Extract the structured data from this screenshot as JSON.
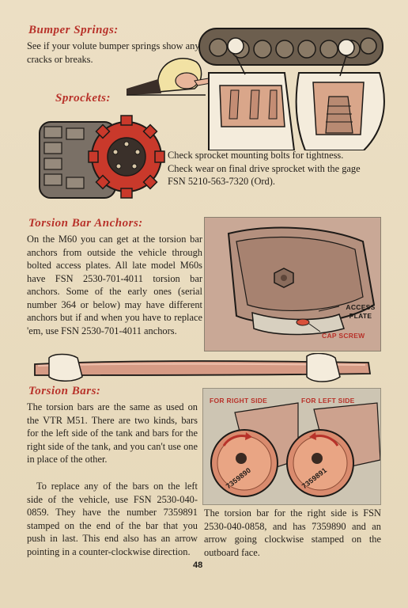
{
  "sections": {
    "bumper_springs": {
      "heading": "Bumper Springs:",
      "text": "See if your volute bumper springs show any cracks or breaks."
    },
    "sprockets": {
      "heading": "Sprockets:",
      "text": "Check sprocket mounting bolts for tightness. Check wear on final drive sprocket with the gage FSN 5210-563-7320 (Ord)."
    },
    "torsion_bar_anchors": {
      "heading": "Torsion Bar Anchors:",
      "text": "On the M60 you can get at the torsion bar anchors from outside the vehicle through bolted access plates. All late model M60s have FSN 2530-701-4011 torsion bar anchors. Some of the early ones (serial number 364 or below) may have different anchors but if and when you have to replace 'em, use FSN 2530-701-4011 anchors.",
      "label_access_plate": "ACCESS PLATE",
      "label_cap_screw": "CAP SCREW"
    },
    "torsion_bars": {
      "heading": "Torsion Bars:",
      "para1": "The torsion bars are the same as used on the VTR M51. There are two kinds, bars for the left side of the tank and bars for the right side of the tank, and you can't use one in place of the other.",
      "para2": "To replace any of the bars on the left side of the vehicle, use FSN 2530-040-0859. They have the number 7359891 stamped on the end of the bar that you push in last. This end also has an arrow pointing in a counter-clockwise direction.",
      "caption": "The torsion bar for the right side is FSN 2530-040-0858, and has 7359890 and an arrow going clockwise stamped on the outboard face.",
      "label_right": "FOR RIGHT SIDE",
      "label_left": "FOR LEFT SIDE",
      "stamp_right": "7359890",
      "stamp_left": "7359891"
    }
  },
  "page_number": "48",
  "colors": {
    "heading": "#b8322a",
    "paper": "#e9dcc0",
    "illustration_skin": "#d9a68a",
    "torsion_bar": "#d69b85"
  }
}
